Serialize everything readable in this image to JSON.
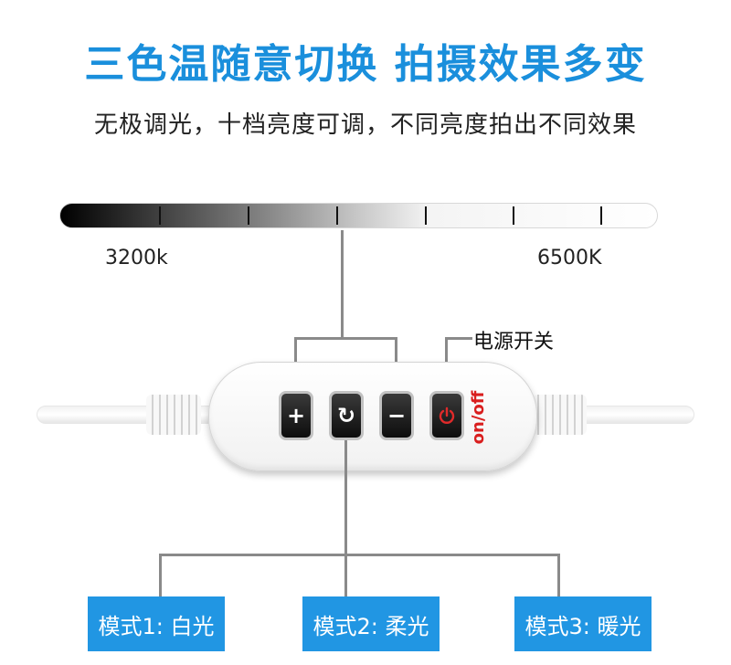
{
  "header": {
    "title": "三色温随意切换 拍摄效果多变",
    "subtitle": "无极调光，十档亮度可调，不同亮度拍出不同效果"
  },
  "temperature_scale": {
    "low_label": "3200k",
    "high_label": "6500K"
  },
  "controller": {
    "power_label": "电源开关",
    "onoff_text": "on/off",
    "buttons": {
      "plus": "+",
      "mode": "↻",
      "minus": "−"
    }
  },
  "modes": [
    {
      "label": "模式1: 白光"
    },
    {
      "label": "模式2: 柔光"
    },
    {
      "label": "模式3: 暖光"
    }
  ],
  "colors": {
    "accent": "#1a8fdc",
    "mode_box": "#2196e3",
    "power_red": "#d91e1e"
  }
}
